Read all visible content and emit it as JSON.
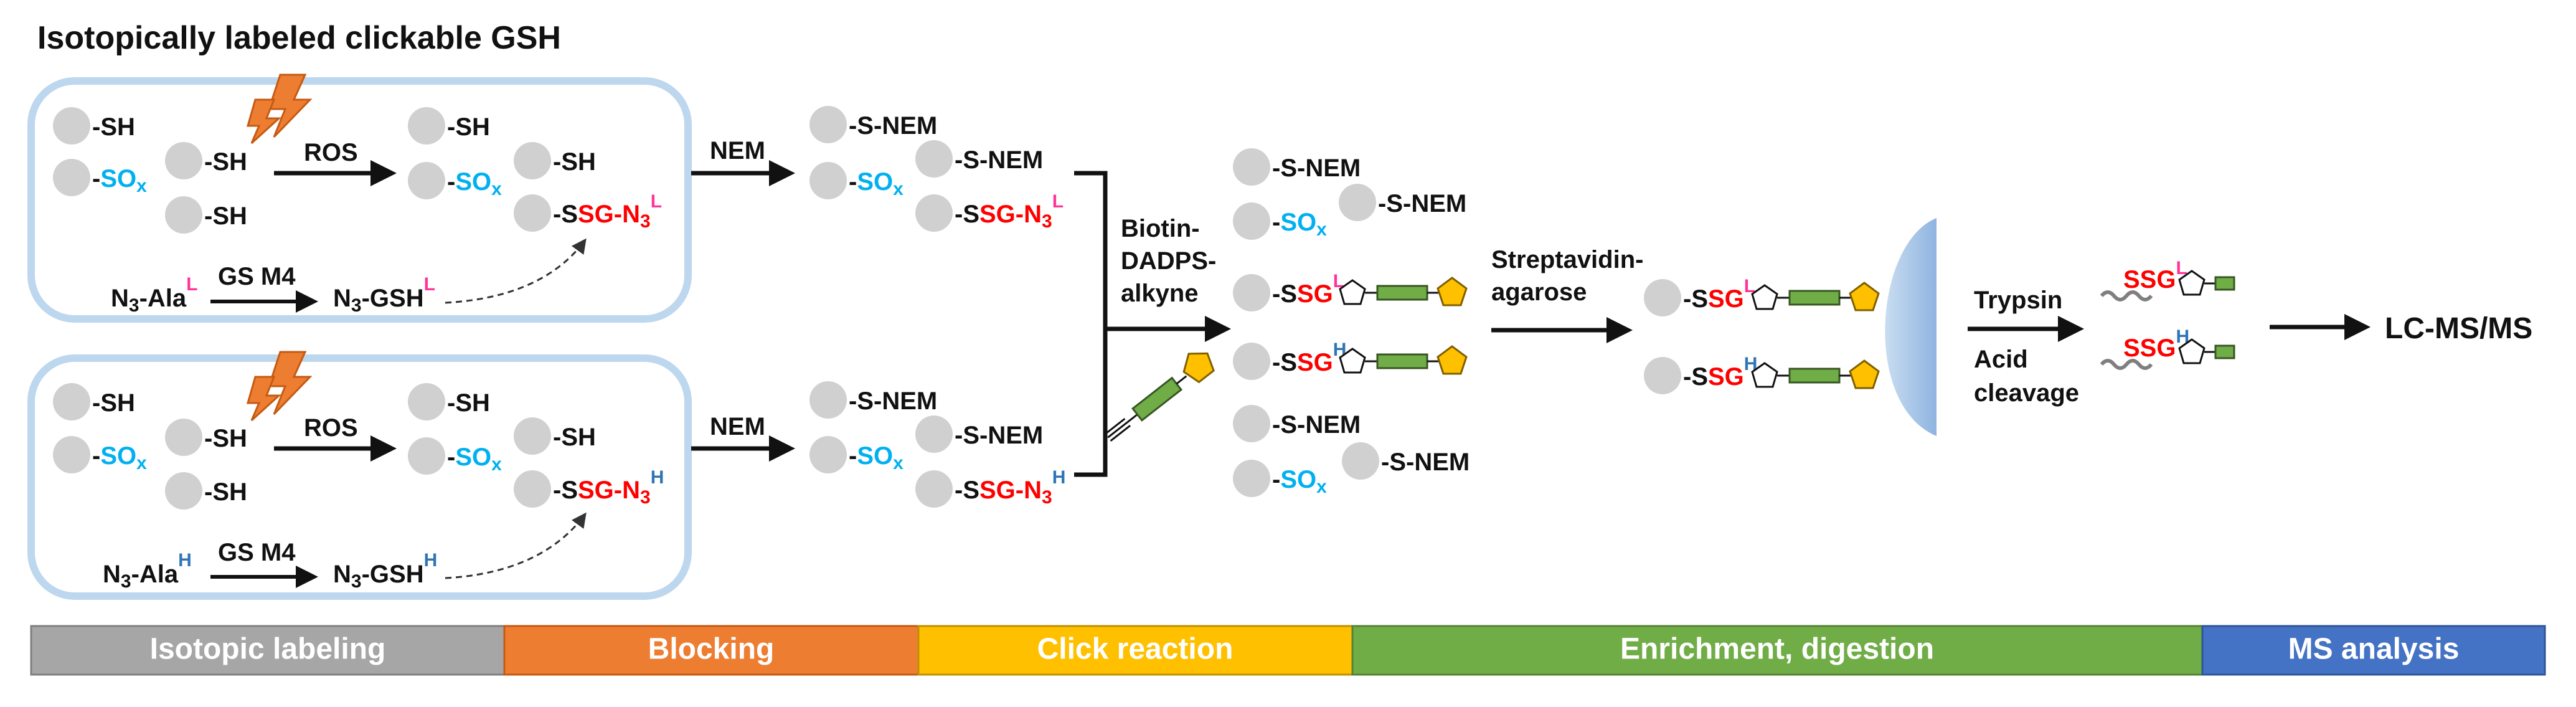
{
  "title": "Isotopically labeled clickable GSH",
  "molecules": {
    "sh": "-SH",
    "sox": "SO",
    "sox_sub": "x",
    "s_nem": "-S-NEM",
    "ssg_prefix": "-S",
    "sg": "SG",
    "n3": "-N",
    "n3_sub": "3",
    "ssg": "SSG",
    "sg_suffix": "SG"
  },
  "labeling": {
    "ros": "ROS",
    "gs_m4": "GS M4",
    "n3_ala_prefix": "N",
    "n3_ala_sub": "3",
    "n3_ala_suffix": "-Ala",
    "n3_gsh_suffix": "-GSH"
  },
  "isotopes": {
    "light": "L",
    "heavy": "H"
  },
  "reagents": {
    "nem": "NEM",
    "click_line1": "Biotin-",
    "click_line2": "DADPS-",
    "click_line3": "alkyne",
    "strep_line1": "Streptavidin-",
    "strep_line2": "agarose",
    "trypsin": "Trypsin",
    "acid_line1": "Acid",
    "acid_line2": "cleavage",
    "lcms": "LC-MS/MS"
  },
  "stages": [
    {
      "label": "Isotopic labeling",
      "color": "#A6A6A6"
    },
    {
      "label": "Blocking",
      "color": "#ED7D31"
    },
    {
      "label": "Click reaction",
      "color": "#FFC000"
    },
    {
      "label": "Enrichment, digestion",
      "color": "#70AD47"
    },
    {
      "label": "MS analysis",
      "color": "#4472C4"
    }
  ],
  "colors": {
    "box_border": "#BDD7EE",
    "circle": "#D0D0D0",
    "sox": "#00B0F0",
    "sg": "#FF0000",
    "light": "#FF3399",
    "heavy": "#2E75B6",
    "flash": "#ED7D31",
    "pentagon": "#FFC000",
    "linker": "#70AD47",
    "bead": "#9DC3E6"
  }
}
